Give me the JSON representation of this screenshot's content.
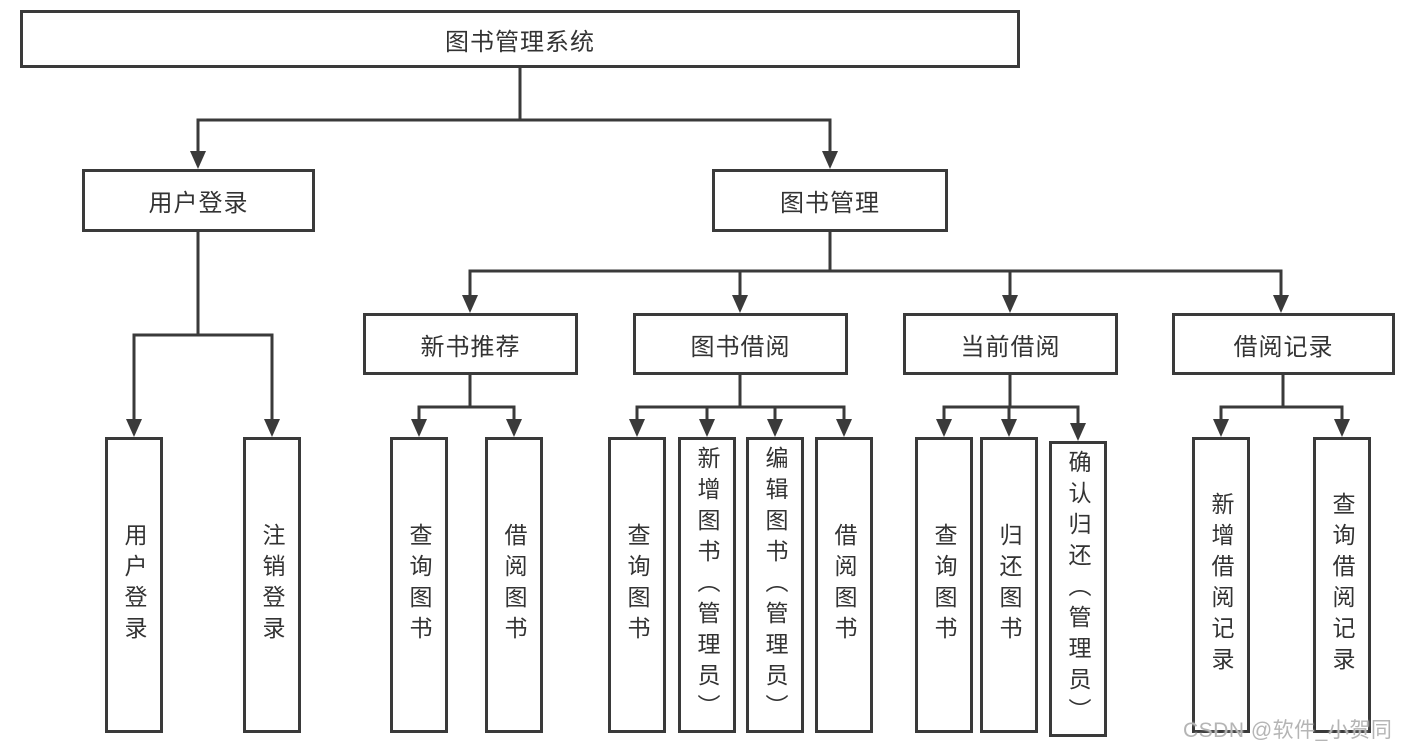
{
  "colors": {
    "line": "#3A3A3A",
    "text": "#333333",
    "watermark_color": "#B5B5B5",
    "background": "#FFFFFF"
  },
  "watermark": {
    "text": "CSDN @软件_小贺同学"
  },
  "tree": {
    "label": "图书管理系统",
    "children": [
      {
        "label": "用户登录",
        "children": [
          {
            "label": "用户登录"
          },
          {
            "label": "注销登录"
          }
        ]
      },
      {
        "label": "图书管理",
        "children": [
          {
            "label": "新书推荐",
            "children": [
              {
                "label": "查询图书"
              },
              {
                "label": "借阅图书"
              }
            ]
          },
          {
            "label": "图书借阅",
            "children": [
              {
                "label": "查询图书"
              },
              {
                "label": "新增图书（管理员）"
              },
              {
                "label": "编辑图书（管理员）"
              },
              {
                "label": "借阅图书"
              }
            ]
          },
          {
            "label": "当前借阅",
            "children": [
              {
                "label": "查询图书"
              },
              {
                "label": "归还图书"
              },
              {
                "label": "确认归还（管理员）"
              }
            ]
          },
          {
            "label": "借阅记录",
            "children": [
              {
                "label": "新增借阅记录"
              },
              {
                "label": "查询借阅记录"
              }
            ]
          }
        ]
      }
    ]
  }
}
